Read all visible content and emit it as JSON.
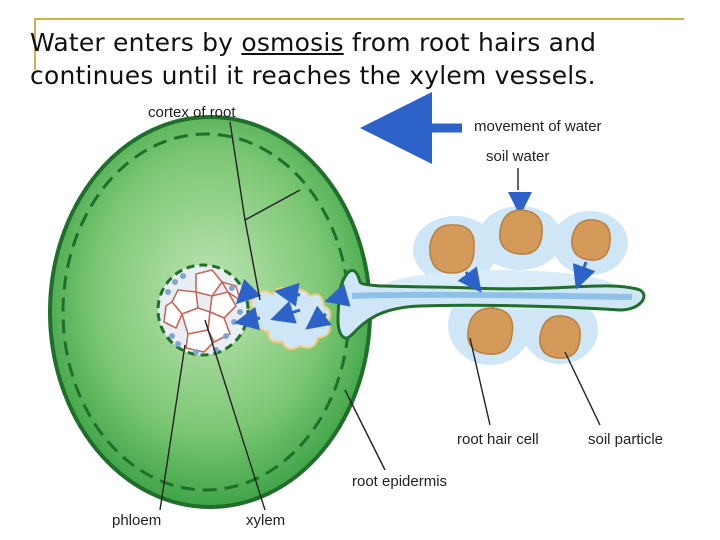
{
  "title": {
    "part1": "Water enters by ",
    "underlined": "osmosis",
    "part2": " from root hairs and",
    "line2": "continues until it reaches the xylem vessels."
  },
  "labels": {
    "cortex": "cortex of root",
    "movement": "movement of water",
    "soil_water": "soil water",
    "root_hair_cell": "root hair cell",
    "soil_particle": "soil particle",
    "root_epidermis": "root epidermis",
    "phloem": "phloem",
    "xylem": "xylem"
  },
  "colors": {
    "root_green": "#3aa845",
    "root_dark": "#1f6e2a",
    "arrow_blue": "#2d63c9",
    "soil_brown": "#d49a5a",
    "water_blue": "#cfe6f7"
  }
}
